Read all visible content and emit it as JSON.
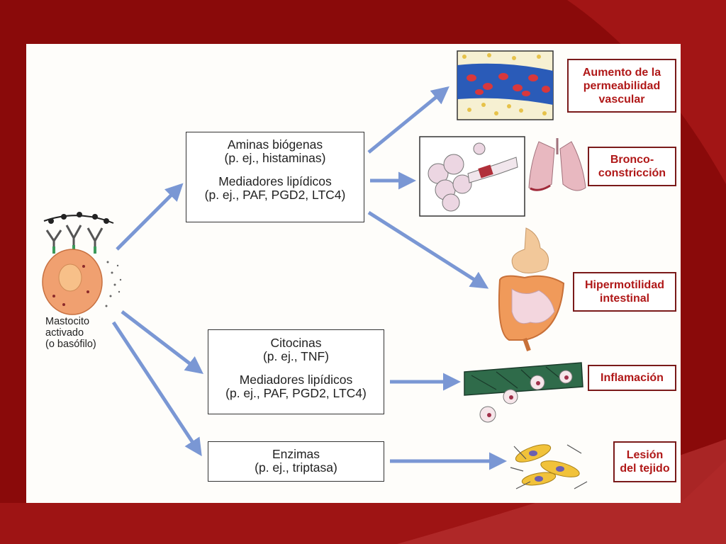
{
  "cell_label": {
    "line1": "Mastocito",
    "line2": "activado",
    "line3": "(o basófilo)"
  },
  "mediator_boxes": {
    "amines": {
      "line1": "Aminas biógenas",
      "line2": "(p. ej., histaminas)",
      "line3": "Mediadores lipídicos",
      "line4": "(p. ej., PAF, PGD2, LTC4)"
    },
    "cytokines": {
      "line1": "Citocinas",
      "line2": "(p. ej., TNF)",
      "line3": "Mediadores lipídicos",
      "line4": "(p. ej., PAF, PGD2, LTC4)"
    },
    "enzymes": {
      "line1": "Enzimas",
      "line2": "(p. ej., triptasa)"
    }
  },
  "effects": {
    "vascular": {
      "line1": "Aumento de la",
      "line2": "permeabilidad",
      "line3": "vascular"
    },
    "broncho": {
      "line1": "Bronco-",
      "line2": "constricción"
    },
    "intestinal": {
      "line1": "Hipermotilidad",
      "line2": "intestinal"
    },
    "inflammation": {
      "line1": "Inflamación"
    },
    "tissue": {
      "line1": "Lesión",
      "line2": "del tejido"
    }
  },
  "colors": {
    "background": "#8a0a0a",
    "panel": "#fefdfa",
    "arrow": "#7a97d4",
    "label_text": "#b01818"
  }
}
